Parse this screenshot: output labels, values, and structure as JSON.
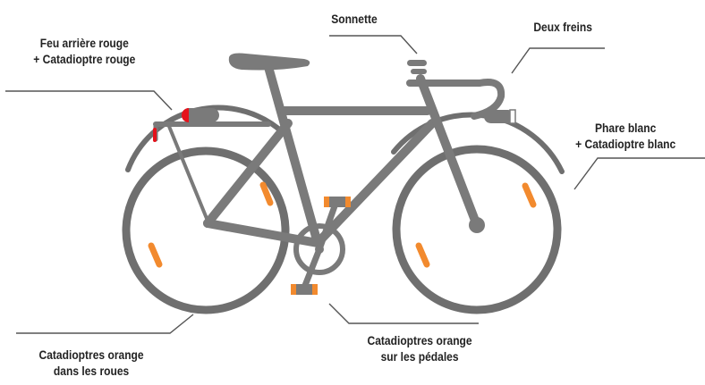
{
  "labels": {
    "sonnette": [
      "Sonnette"
    ],
    "freins": [
      "Deux freins"
    ],
    "feu_arriere": [
      "Feu arrière rouge",
      "+ Catadioptre rouge"
    ],
    "phare": [
      "Phare blanc",
      "+ Catadioptre blanc"
    ],
    "catadioptres_roues": [
      "Catadioptres orange",
      "dans les roues"
    ],
    "catadioptres_pedales": [
      "Catadioptres orange",
      "sur les pédales"
    ]
  },
  "colors": {
    "frame": "#7a7a7a",
    "tire": "#6f6f6f",
    "reflector_orange": "#f28a2e",
    "rear_light_red": "#e5121b",
    "leader_line": "#555555",
    "text": "#222222",
    "background": "#ffffff"
  }
}
